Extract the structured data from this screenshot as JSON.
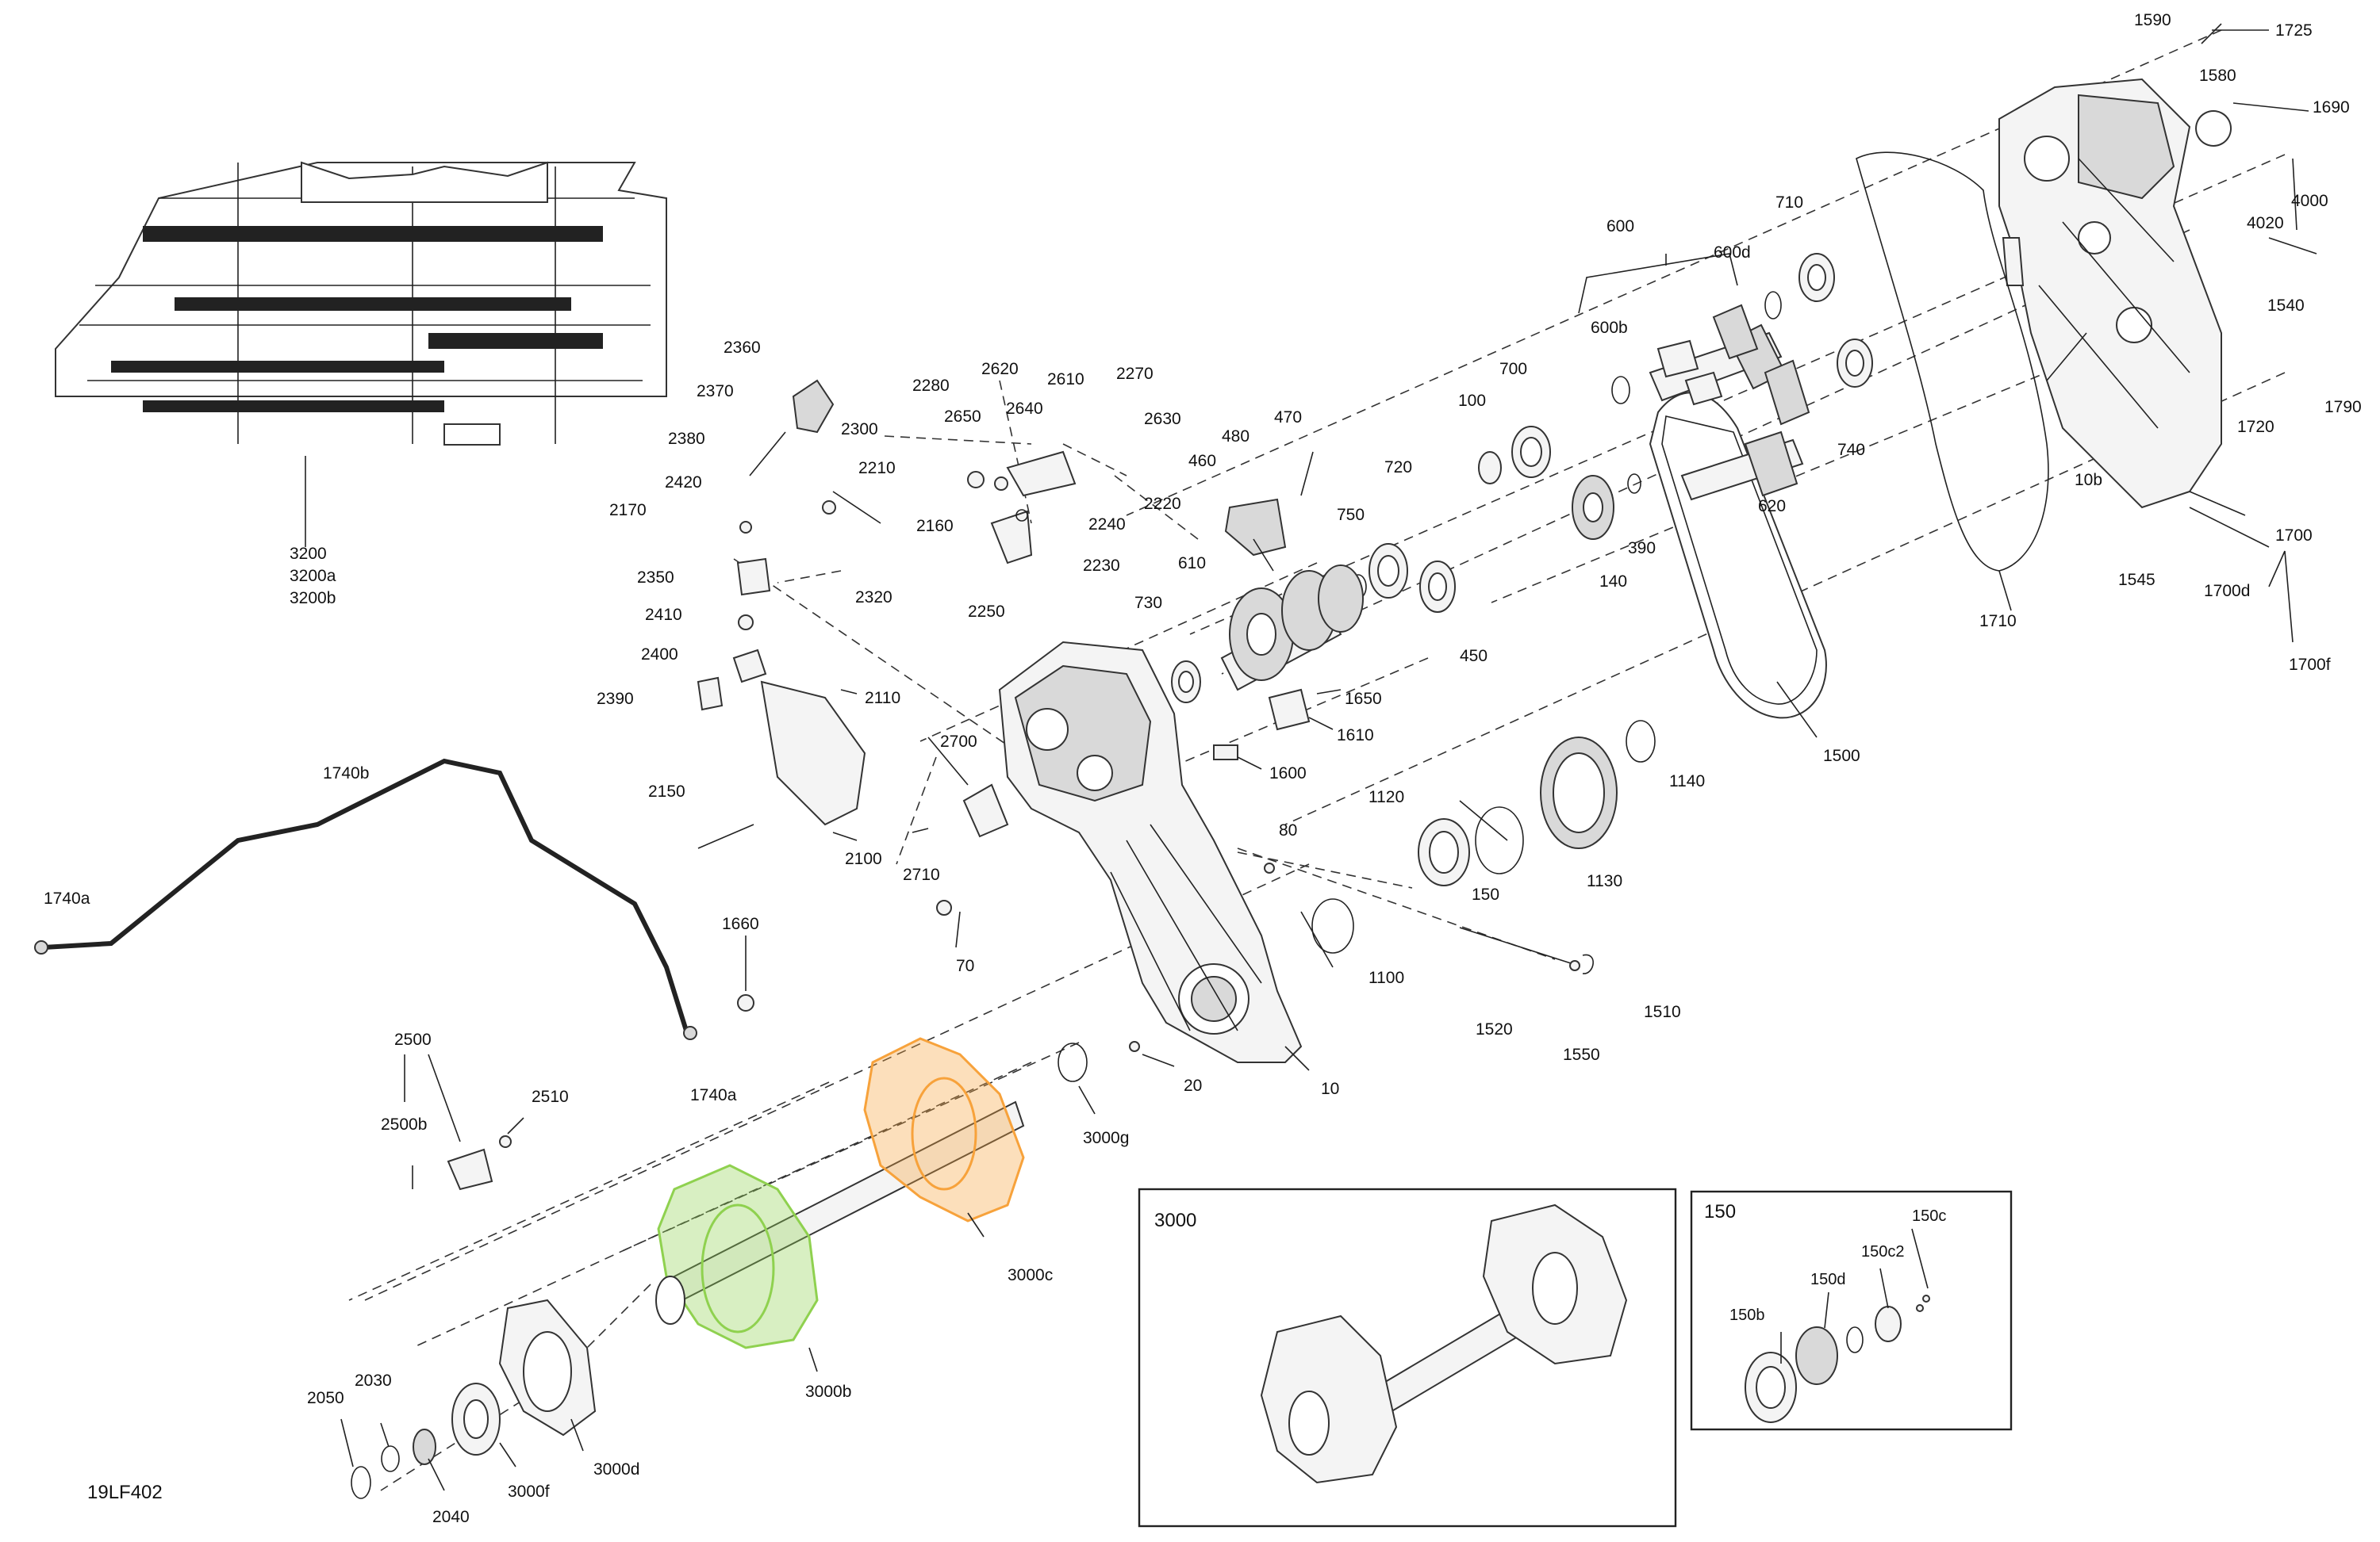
{
  "document_id": "19LF402",
  "insets": {
    "inset_3000": {
      "title": "3000"
    },
    "inset_150": {
      "title": "150"
    }
  },
  "callouts": [
    {
      "id": "1590",
      "text": "1590"
    },
    {
      "id": "1725",
      "text": "1725"
    },
    {
      "id": "1580",
      "text": "1580"
    },
    {
      "id": "1690",
      "text": "1690"
    },
    {
      "id": "4000",
      "text": "4000"
    },
    {
      "id": "4020",
      "text": "4020"
    },
    {
      "id": "1540",
      "text": "1540"
    },
    {
      "id": "1790",
      "text": "1790"
    },
    {
      "id": "1720",
      "text": "1720"
    },
    {
      "id": "10b",
      "text": "10b"
    },
    {
      "id": "1700",
      "text": "1700"
    },
    {
      "id": "1545",
      "text": "1545"
    },
    {
      "id": "1700d",
      "text": "1700d"
    },
    {
      "id": "1700f",
      "text": "1700f"
    },
    {
      "id": "1710",
      "text": "1710"
    },
    {
      "id": "710",
      "text": "710"
    },
    {
      "id": "600",
      "text": "600"
    },
    {
      "id": "600d",
      "text": "600d"
    },
    {
      "id": "600b",
      "text": "600b"
    },
    {
      "id": "740",
      "text": "740"
    },
    {
      "id": "620",
      "text": "620"
    },
    {
      "id": "700",
      "text": "700"
    },
    {
      "id": "100",
      "text": "100"
    },
    {
      "id": "390",
      "text": "390"
    },
    {
      "id": "140",
      "text": "140"
    },
    {
      "id": "720",
      "text": "720"
    },
    {
      "id": "750",
      "text": "750"
    },
    {
      "id": "450",
      "text": "450"
    },
    {
      "id": "470",
      "text": "470"
    },
    {
      "id": "480",
      "text": "480"
    },
    {
      "id": "460",
      "text": "460"
    },
    {
      "id": "610",
      "text": "610"
    },
    {
      "id": "730",
      "text": "730"
    },
    {
      "id": "1650",
      "text": "1650"
    },
    {
      "id": "1610",
      "text": "1610"
    },
    {
      "id": "1600",
      "text": "1600"
    },
    {
      "id": "1500",
      "text": "1500"
    },
    {
      "id": "1140",
      "text": "1140"
    },
    {
      "id": "1120",
      "text": "1120"
    },
    {
      "id": "150",
      "text": "150"
    },
    {
      "id": "1130",
      "text": "1130"
    },
    {
      "id": "80",
      "text": "80"
    },
    {
      "id": "1100",
      "text": "1100"
    },
    {
      "id": "1520",
      "text": "1520"
    },
    {
      "id": "1510",
      "text": "1510"
    },
    {
      "id": "1550",
      "text": "1550"
    },
    {
      "id": "20",
      "text": "20"
    },
    {
      "id": "10",
      "text": "10"
    },
    {
      "id": "70",
      "text": "70"
    },
    {
      "id": "2700",
      "text": "2700"
    },
    {
      "id": "2710",
      "text": "2710"
    },
    {
      "id": "2110",
      "text": "2110"
    },
    {
      "id": "2100",
      "text": "2100"
    },
    {
      "id": "2150",
      "text": "2150"
    },
    {
      "id": "2360",
      "text": "2360"
    },
    {
      "id": "2370",
      "text": "2370"
    },
    {
      "id": "2380",
      "text": "2380"
    },
    {
      "id": "2420",
      "text": "2420"
    },
    {
      "id": "2170",
      "text": "2170"
    },
    {
      "id": "2350",
      "text": "2350"
    },
    {
      "id": "2410",
      "text": "2410"
    },
    {
      "id": "2400",
      "text": "2400"
    },
    {
      "id": "2390",
      "text": "2390"
    },
    {
      "id": "2320",
      "text": "2320"
    },
    {
      "id": "2300",
      "text": "2300"
    },
    {
      "id": "2280",
      "text": "2280"
    },
    {
      "id": "2620",
      "text": "2620"
    },
    {
      "id": "2610",
      "text": "2610"
    },
    {
      "id": "2270",
      "text": "2270"
    },
    {
      "id": "2650",
      "text": "2650"
    },
    {
      "id": "2640",
      "text": "2640"
    },
    {
      "id": "2630",
      "text": "2630"
    },
    {
      "id": "2210",
      "text": "2210"
    },
    {
      "id": "2160",
      "text": "2160"
    },
    {
      "id": "2220",
      "text": "2220"
    },
    {
      "id": "2240",
      "text": "2240"
    },
    {
      "id": "2230",
      "text": "2230"
    },
    {
      "id": "2250",
      "text": "2250"
    },
    {
      "id": "3200",
      "text": "3200"
    },
    {
      "id": "3200a",
      "text": "3200a"
    },
    {
      "id": "3200b",
      "text": "3200b"
    },
    {
      "id": "1740b",
      "text": "1740b"
    },
    {
      "id": "1740a_left",
      "text": "1740a"
    },
    {
      "id": "1740a_bottom",
      "text": "1740a"
    },
    {
      "id": "1660",
      "text": "1660"
    },
    {
      "id": "2500",
      "text": "2500"
    },
    {
      "id": "2500b",
      "text": "2500b"
    },
    {
      "id": "2510",
      "text": "2510"
    },
    {
      "id": "3000g",
      "text": "3000g"
    },
    {
      "id": "3000c",
      "text": "3000c"
    },
    {
      "id": "3000b",
      "text": "3000b"
    },
    {
      "id": "3000d",
      "text": "3000d"
    },
    {
      "id": "3000f",
      "text": "3000f"
    },
    {
      "id": "2040",
      "text": "2040"
    },
    {
      "id": "2030",
      "text": "2030"
    },
    {
      "id": "2050",
      "text": "2050"
    },
    {
      "id": "150b",
      "text": "150b"
    },
    {
      "id": "150d",
      "text": "150d"
    },
    {
      "id": "150c2",
      "text": "150c2"
    },
    {
      "id": "150c",
      "text": "150c"
    }
  ],
  "colors": {
    "line": "#222222",
    "part_fill": "#f4f4f4",
    "highlight_green": "#8fd14f",
    "highlight_orange": "#f7a23b"
  }
}
